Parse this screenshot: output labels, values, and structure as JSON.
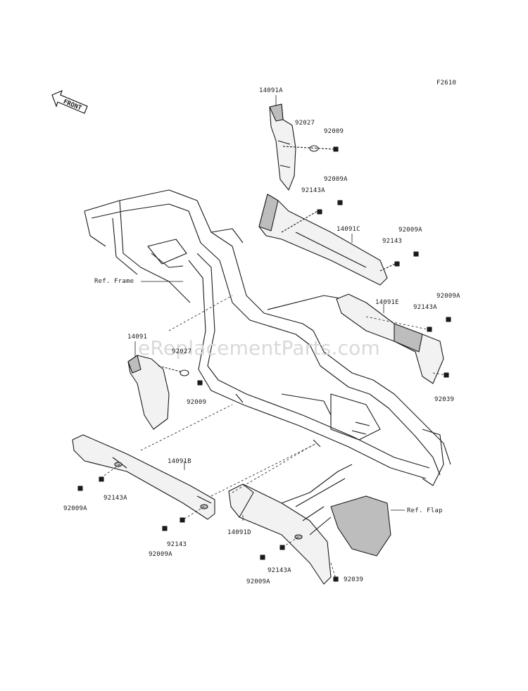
{
  "figure_code": "F2610",
  "front_label": "FRONT",
  "watermark": "eReplacementParts.com",
  "labels": {
    "p14091A": "14091A",
    "p92027_top": "92027",
    "p92009_top": "92009",
    "p92009A_1": "92009A",
    "p92143A_1": "92143A",
    "p14091C": "14091C",
    "p92009A_2": "92009A",
    "p92143": "92143",
    "p92009A_3": "92009A",
    "p14091E": "14091E",
    "p92143A_2": "92143A",
    "ref_frame": "Ref. Frame",
    "p14091": "14091",
    "p92027_left": "92027",
    "p92009_left": "92009",
    "p92039_right": "92039",
    "p14091B": "14091B",
    "p92143A_3": "92143A",
    "p92009A_4": "92009A",
    "p92143_b": "92143",
    "p92009A_5": "92009A",
    "p14091D": "14091D",
    "ref_flap": "Ref. Flap",
    "p92143A_4": "92143A",
    "p92009A_6": "92009A",
    "p92039_bottom": "92039"
  },
  "colors": {
    "ink": "#1a1a1a",
    "panel": "#f2f2f2",
    "shade": "#bdbdbd",
    "watermark": "#d9d9d9"
  }
}
